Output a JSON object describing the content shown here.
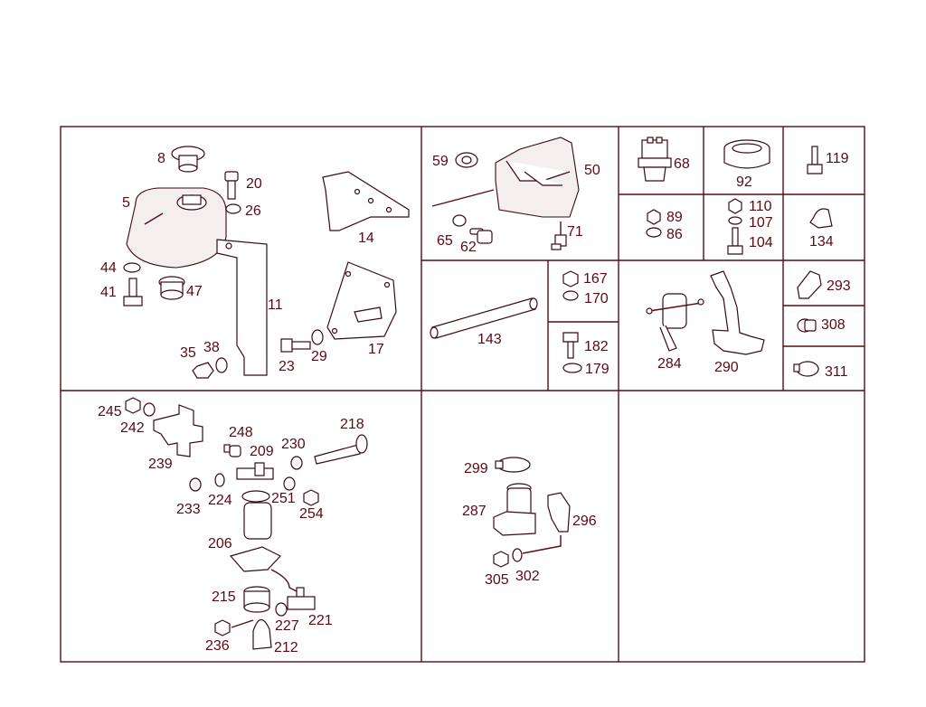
{
  "diagram": {
    "cells": {
      "reservoir": [
        "8",
        "20",
        "5",
        "26",
        "14",
        "44",
        "41",
        "47",
        "11",
        "35",
        "38",
        "23",
        "29",
        "17"
      ],
      "cover": [
        "59",
        "50",
        "65",
        "62",
        "71"
      ],
      "sensor": [
        "68"
      ],
      "gear": [
        "92"
      ],
      "screw_119": [
        "119"
      ],
      "nuts_small": [
        "89",
        "86"
      ],
      "fasteners": [
        "110",
        "107",
        "104"
      ],
      "clip_134": [
        "134"
      ],
      "hose": [
        "143"
      ],
      "nut_washer": [
        "167",
        "170"
      ],
      "bolt_washer": [
        "182",
        "179"
      ],
      "valve_bracket": [
        "284",
        "290"
      ],
      "clip_293": [
        "293"
      ],
      "plug_308": [
        "308"
      ],
      "clamp_311": [
        "311"
      ],
      "pump_assembly": [
        "245",
        "242",
        "239",
        "248",
        "209",
        "230",
        "218",
        "233",
        "224",
        "251",
        "254",
        "206",
        "215",
        "227",
        "221",
        "236",
        "212"
      ],
      "valve_assembly": [
        "299",
        "287",
        "296",
        "305",
        "302"
      ]
    }
  }
}
